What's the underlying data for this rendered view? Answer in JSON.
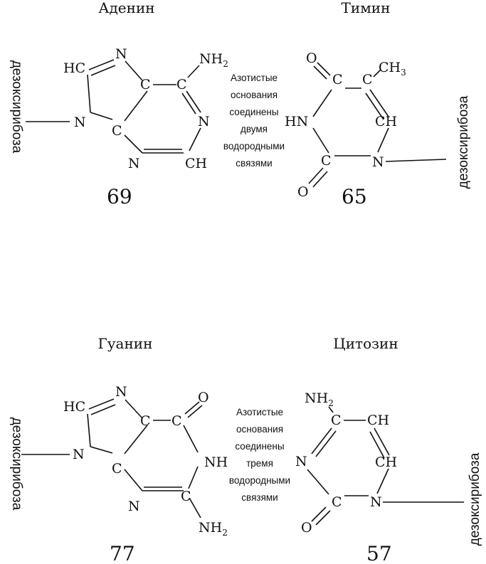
{
  "pairs": [
    {
      "left": {
        "name": "Аденин",
        "number": "69"
      },
      "right": {
        "name": "Тимин",
        "number": "65"
      },
      "note": [
        "Азотистые",
        "основания",
        "соединены",
        "двумя",
        "водородными",
        "связями"
      ]
    },
    {
      "left": {
        "name": "Гуанин",
        "number": "77"
      },
      "right": {
        "name": "Цитозин",
        "number": "57"
      },
      "note": [
        "Азотистые",
        "основания",
        "соединены",
        "тремя",
        "водородными",
        "связями"
      ]
    }
  ],
  "sugar_label": "дезоксирибоза",
  "atoms": {
    "n": "N",
    "c": "C",
    "o": "O",
    "hc": "HC",
    "ch": "CH",
    "nh": "NH",
    "hn": "HN",
    "nh_base": "NH",
    "ch3_base": "CH",
    "sub2": "2",
    "sub3": "3"
  }
}
